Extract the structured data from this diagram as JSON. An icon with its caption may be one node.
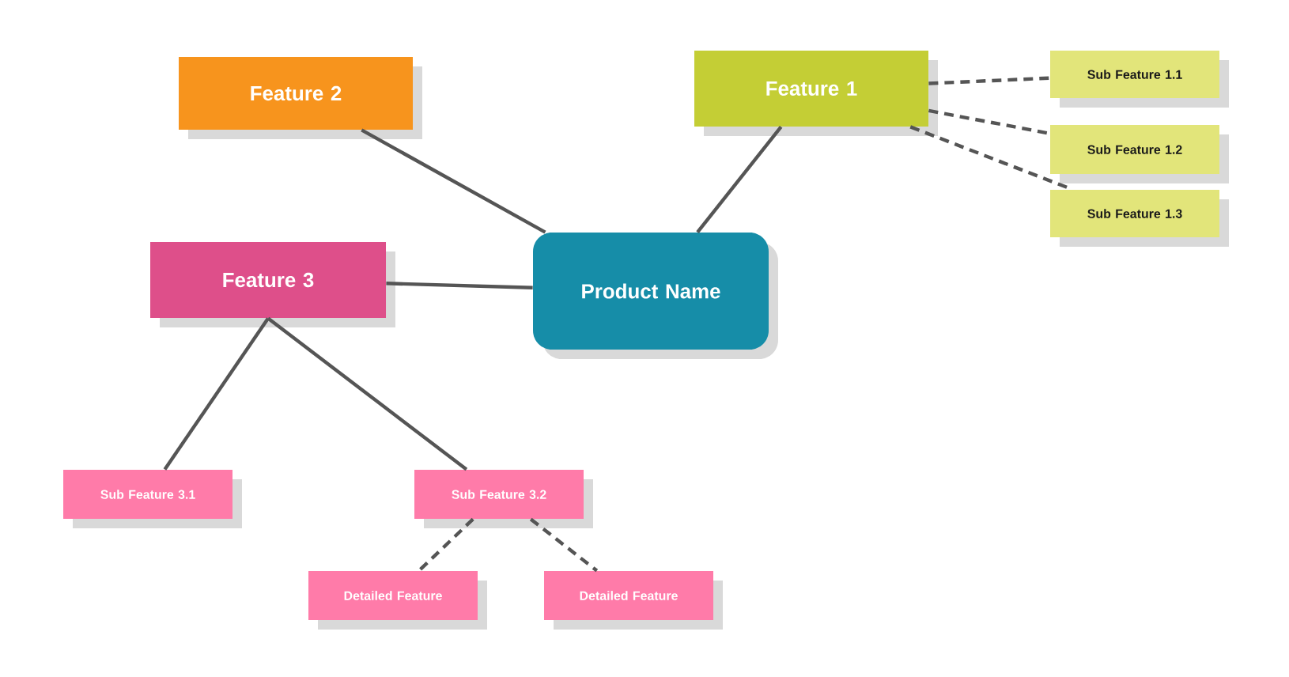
{
  "diagram": {
    "nodes": [
      {
        "text": [
          "Feature 2"
        ]
      },
      {
        "text": [
          "Feature 1"
        ]
      },
      {
        "text": [
          "Sub Feature 1.1"
        ]
      },
      {
        "text": [
          "Sub Feature 1.2"
        ]
      },
      {
        "text": [
          "Sub Feature 1.3"
        ]
      },
      {
        "text": [
          "Feature 3"
        ]
      },
      {
        "text": [
          "Product Name"
        ]
      },
      {
        "text": [
          "Sub Feature 3.1"
        ]
      },
      {
        "text": [
          "Sub Feature 3.2"
        ]
      },
      {
        "text": [
          "Detailed Feature"
        ]
      },
      {
        "text": [
          "Detailed Feature"
        ]
      }
    ],
    "edges": [
      {
        "from": 6,
        "to": 0,
        "arrow": "none"
      },
      {
        "from": 6,
        "to": 1,
        "arrow": "none"
      },
      {
        "from": 6,
        "to": 5,
        "arrow": "none"
      },
      {
        "from": 1,
        "to": 2,
        "arrow": "none",
        "style": "dashed"
      },
      {
        "from": 1,
        "to": 3,
        "arrow": "none",
        "style": "dashed"
      },
      {
        "from": 1,
        "to": 4,
        "arrow": "none",
        "style": "dashed"
      },
      {
        "from": 5,
        "to": 7,
        "arrow": "none"
      },
      {
        "from": 5,
        "to": 8,
        "arrow": "none"
      },
      {
        "from": 8,
        "to": 9,
        "arrow": "none",
        "style": "dashed"
      },
      {
        "from": 8,
        "to": 10,
        "arrow": "none",
        "style": "dashed"
      }
    ]
  }
}
